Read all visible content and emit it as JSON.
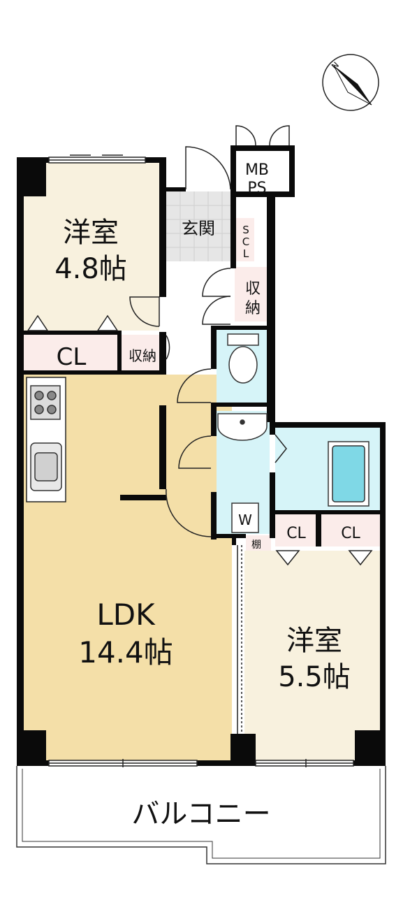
{
  "labels": {
    "room_west": "洋室",
    "room_west_size": "4.8帖",
    "cl_west": "CL",
    "storage_west": "収納",
    "entrance": "玄関",
    "mbps_1": "MB",
    "mbps_2": "PS",
    "scl_s": "S",
    "scl_c": "C",
    "scl_l": "L",
    "storage_hall_1": "収",
    "storage_hall_2": "納",
    "ldk": "LDK",
    "ldk_size": "14.4帖",
    "room_east": "洋室",
    "room_east_size": "5.5帖",
    "cl_east_1": "CL",
    "cl_east_2": "CL",
    "washer": "W",
    "shelf": "棚",
    "balcony": "バルコニー",
    "compass_n": "N"
  },
  "colors": {
    "wall": "#0a0a0a",
    "western_room": "#f8f1de",
    "ldk": "#f4dfa8",
    "closet": "#fbecea",
    "wet": "#d6f4f8",
    "bath_tub": "#7fd8e6",
    "entrance_tile": "#e6e6e6"
  }
}
